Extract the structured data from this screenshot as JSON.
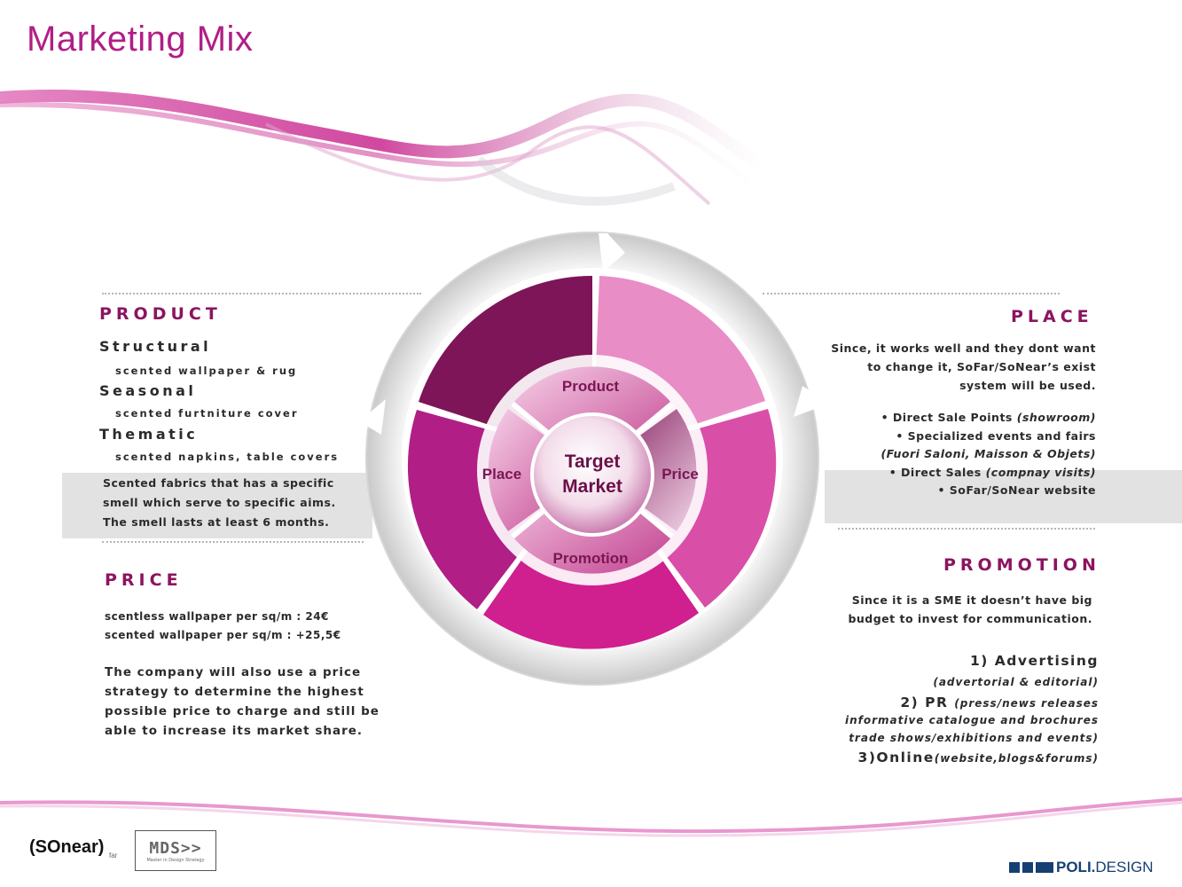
{
  "title": "Marketing Mix",
  "diagram": {
    "center_line1": "Target",
    "center_line2": "Market",
    "inner_labels": {
      "product": "Product",
      "price": "Price",
      "promotion": "Promotion",
      "place": "Place"
    },
    "colors": {
      "dark": "#7d1558",
      "light_pink": "#e98dc6",
      "mid_pink": "#d94fa8",
      "magenta": "#d01f8f",
      "mid_magenta": "#b01e86",
      "ring_gray": "#cfcfcf",
      "accent": "#b01e86"
    }
  },
  "product": {
    "heading": "PRODUCT",
    "items": [
      {
        "title": "Structural",
        "detail": "scented wallpaper & rug"
      },
      {
        "title": "Seasonal",
        "detail": "scented furtniture cover"
      },
      {
        "title": "Thematic",
        "detail": "scented napkins, table covers"
      }
    ],
    "note_lines": [
      "Scented fabrics that has a specific",
      "smell which serve to specific aims.",
      "The smell lasts at least 6 months."
    ]
  },
  "price": {
    "heading": "PRICE",
    "lines": [
      "scentless wallpaper per sq/m : 24€",
      "scented wallpaper per sq/m :  +25,5€"
    ],
    "strategy_lines": [
      "The company will also use a price",
      "strategy to determine the highest",
      "possible price to charge and still be",
      "able to increase its market share."
    ]
  },
  "place": {
    "heading": "PLACE",
    "intro_lines": [
      "Since, it works well and they dont want",
      "to change it, SoFar/SoNear’s exist",
      "system will be used."
    ],
    "b1": "• Direct Sale Points ",
    "b1_it": "(showroom)",
    "b2": "• Specialized events and fairs",
    "b2_it": "(Fuori Saloni, Maisson & Objets)",
    "b3": "• Direct Sales ",
    "b3_it": "(compnay visits)",
    "b4": "• SoFar/SoNear website"
  },
  "promotion": {
    "heading": "PROMOTION",
    "intro_lines": [
      "Since it is a SME it doesn’t have big",
      "budget to invest for communication."
    ],
    "advertising": "1) Advertising",
    "advertising_detail": "(advertorial & editorial)",
    "pr": "2) PR ",
    "pr_detail": "(press/news releases",
    "pr_detail2": "informative catalogue and brochures",
    "pr_detail3": "trade shows/exhibitions and events)",
    "online": "3)Online",
    "online_detail": "(website,blogs&forums)"
  },
  "footer": {
    "sonear_logo": "(SOnear)",
    "sonear_far": "far",
    "mds_logo": "MDS>>",
    "mds_sub": "Master in Design Strategy",
    "poli_bold": "POLI.",
    "poli_rest": "DESIGN"
  }
}
